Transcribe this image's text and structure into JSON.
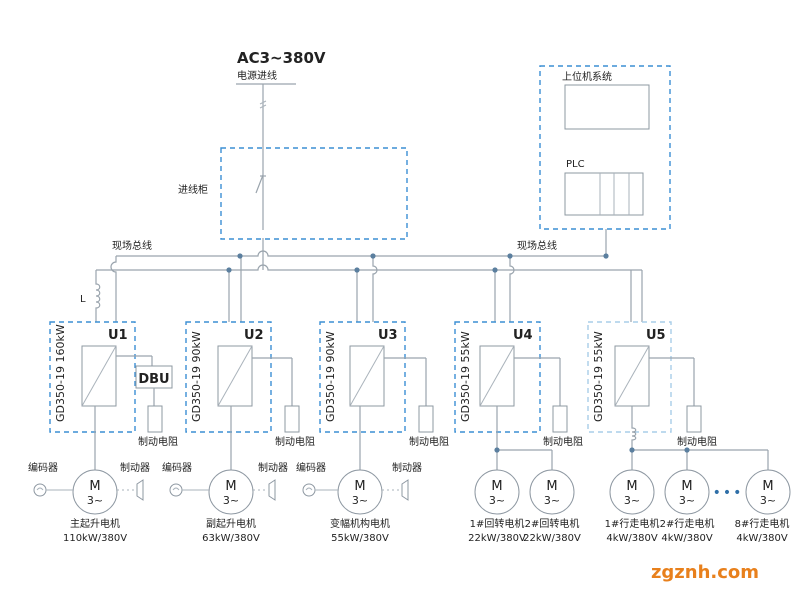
{
  "supply": {
    "voltage": "AC3~380V",
    "label": "电源进线"
  },
  "cabinet": {
    "label": "进线柜"
  },
  "host": {
    "label": "上位机系统",
    "plc": "PLC"
  },
  "fieldbus": {
    "left": "现场总线",
    "right": "现场总线"
  },
  "inductor": {
    "label": "L"
  },
  "dbu": {
    "label": "DBU"
  },
  "common": {
    "encoder": "编码器",
    "brake": "制动器",
    "resistor": "制动电阻",
    "motor_m": "M",
    "motor_phase": "3~"
  },
  "units": [
    {
      "id": "U1",
      "model": "GD350-19 160kW"
    },
    {
      "id": "U2",
      "model": "GD350-19 90kW"
    },
    {
      "id": "U3",
      "model": "GD350-19 90kW"
    },
    {
      "id": "U4",
      "model": "GD350-19 55kW"
    },
    {
      "id": "U5",
      "model": "GD350-19 55kW"
    }
  ],
  "motors": [
    {
      "name": "主起升电机",
      "rating": "110kW/380V"
    },
    {
      "name": "副起升电机",
      "rating": "63kW/380V"
    },
    {
      "name": "变幅机构电机",
      "rating": "55kW/380V"
    },
    {
      "name": "1#回转电机",
      "rating": "22kW/380V"
    },
    {
      "name": "2#回转电机",
      "rating": "22kW/380V"
    },
    {
      "name": "1#行走电机",
      "rating": "4kW/380V"
    },
    {
      "name": "2#行走电机",
      "rating": "4kW/380V"
    },
    {
      "name": "8#行走电机",
      "rating": "4kW/380V"
    }
  ],
  "ellipsis": "•••",
  "watermark": "zgznh.com"
}
